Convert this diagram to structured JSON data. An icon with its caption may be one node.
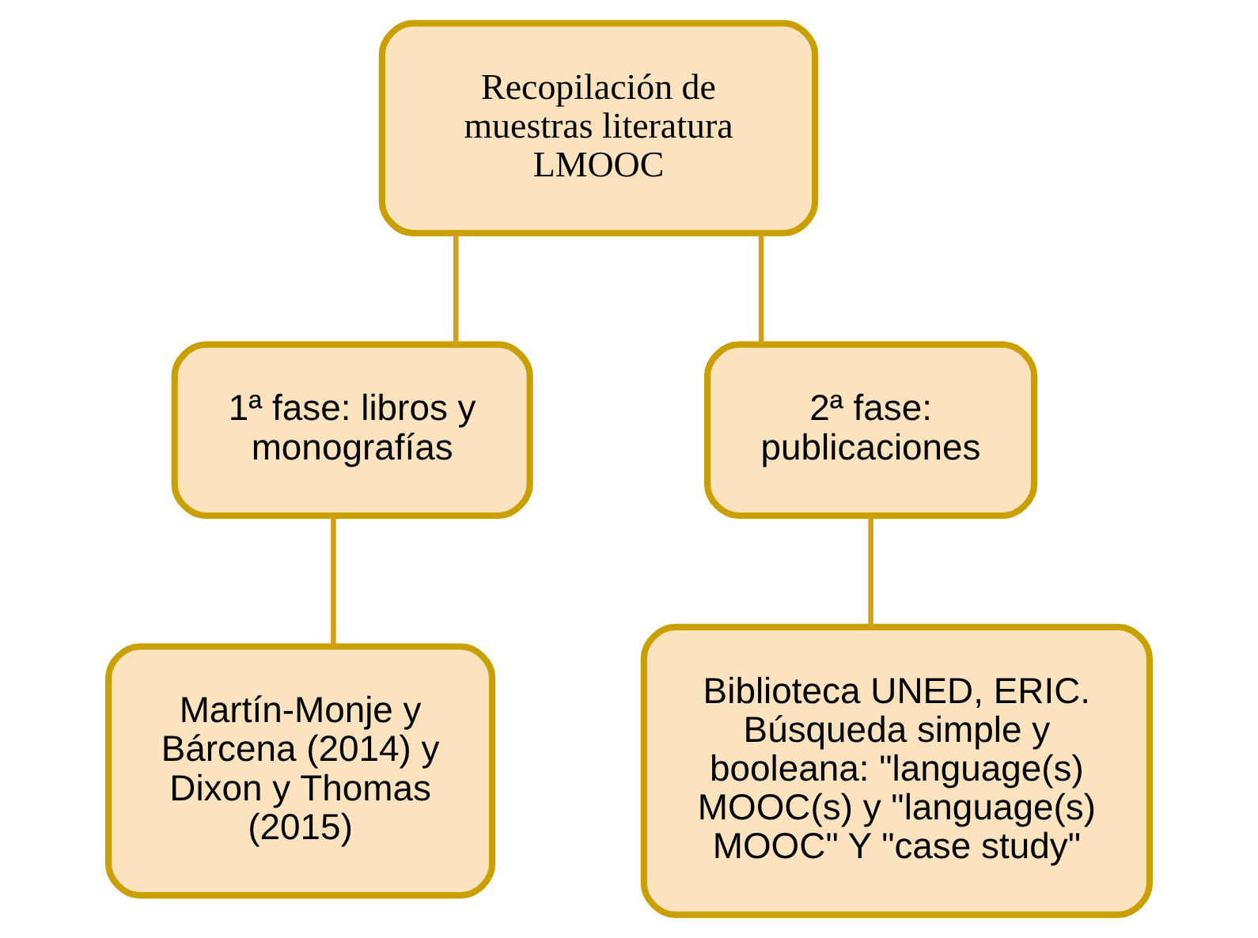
{
  "diagram": {
    "nodes": [
      {
        "text": [
          "Recopilación de muestras literatura LMOOC"
        ]
      },
      {
        "text": [
          "1ª fase: libros y monografías"
        ]
      },
      {
        "text": [
          "2ª fase: publicaciones"
        ]
      },
      {
        "text": [
          "Martín-Monje y Bárcena (2014) y Dixon y Thomas (2015)"
        ]
      },
      {
        "text": [
          "Biblioteca UNED, ERIC. Búsqueda simple y booleana: \"language(s) MOOC(s) y \"language(s) MOOC\" Y \"case study\""
        ]
      }
    ],
    "edges": [
      {
        "from": 0,
        "to": 1,
        "arrow": "none"
      },
      {
        "from": 0,
        "to": 2,
        "arrow": "none"
      },
      {
        "from": 1,
        "to": 3,
        "arrow": "none"
      },
      {
        "from": 2,
        "to": 4,
        "arrow": "none"
      }
    ]
  }
}
